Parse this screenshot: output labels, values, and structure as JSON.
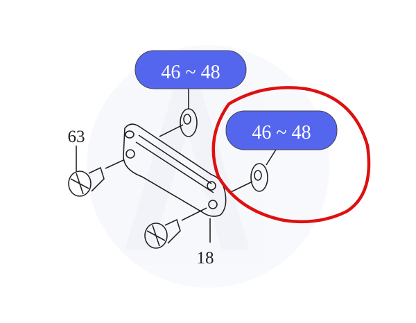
{
  "callouts": [
    {
      "label": "46 ~ 48",
      "color": "#5566ee"
    },
    {
      "label": "46 ~ 48",
      "color": "#5566ee"
    }
  ],
  "part_numbers": {
    "screw": "63",
    "plate": "18"
  },
  "highlight_color": "#dd1111"
}
